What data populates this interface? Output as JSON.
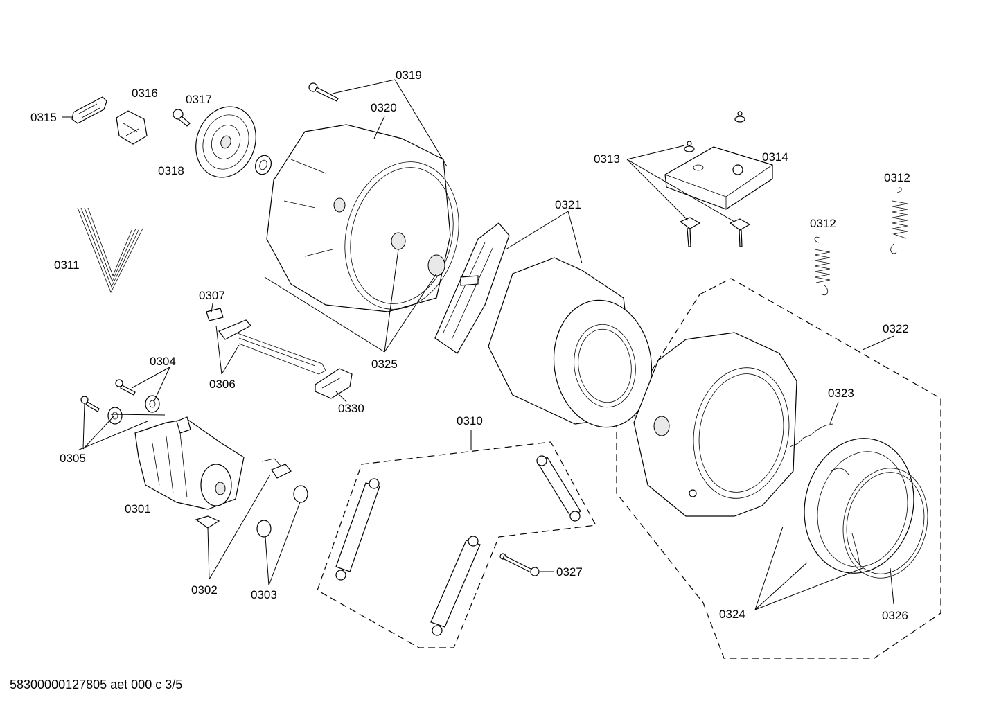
{
  "labels": {
    "p0301": "0301",
    "p0302": "0302",
    "p0303": "0303",
    "p0304": "0304",
    "p0305": "0305",
    "p0306": "0306",
    "p0307": "0307",
    "p0310": "0310",
    "p0311": "0311",
    "p0312a": "0312",
    "p0312b": "0312",
    "p0313": "0313",
    "p0314": "0314",
    "p0315": "0315",
    "p0316": "0316",
    "p0317": "0317",
    "p0318": "0318",
    "p0319": "0319",
    "p0320": "0320",
    "p0321": "0321",
    "p0322": "0322",
    "p0323": "0323",
    "p0324": "0324",
    "p0325": "0325",
    "p0326": "0326",
    "p0327": "0327",
    "p0330": "0330"
  },
  "footer": {
    "code": "58300000127805 aet 000 c 3/5"
  }
}
